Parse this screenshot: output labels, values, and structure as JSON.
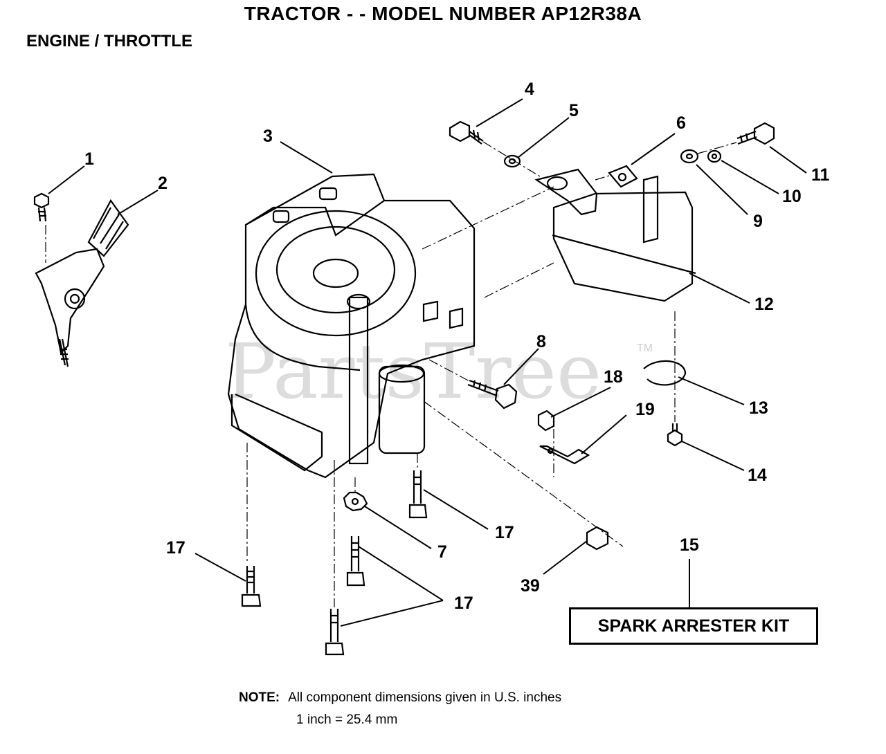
{
  "header": {
    "title": "TRACTOR - - MODEL NUMBER AP12R38A",
    "section": "ENGINE / THROTTLE"
  },
  "watermark": {
    "text": "PartsTree",
    "tm": "TM"
  },
  "callouts": [
    {
      "id": "c1",
      "label": "1"
    },
    {
      "id": "c2",
      "label": "2"
    },
    {
      "id": "c3",
      "label": "3"
    },
    {
      "id": "c4",
      "label": "4"
    },
    {
      "id": "c5",
      "label": "5"
    },
    {
      "id": "c6",
      "label": "6"
    },
    {
      "id": "c7",
      "label": "7"
    },
    {
      "id": "c8",
      "label": "8"
    },
    {
      "id": "c9",
      "label": "9"
    },
    {
      "id": "c10",
      "label": "10"
    },
    {
      "id": "c11",
      "label": "11"
    },
    {
      "id": "c12",
      "label": "12"
    },
    {
      "id": "c13",
      "label": "13"
    },
    {
      "id": "c14",
      "label": "14"
    },
    {
      "id": "c15",
      "label": "15"
    },
    {
      "id": "c17a",
      "label": "17"
    },
    {
      "id": "c17b",
      "label": "17"
    },
    {
      "id": "c17c",
      "label": "17"
    },
    {
      "id": "c18",
      "label": "18"
    },
    {
      "id": "c19",
      "label": "19"
    },
    {
      "id": "c39",
      "label": "39"
    }
  ],
  "kit_label": "SPARK ARRESTER KIT",
  "note": {
    "prefix": "NOTE:",
    "line1": "All component dimensions given in U.S. inches",
    "line2": "1 inch = 25.4 mm"
  }
}
